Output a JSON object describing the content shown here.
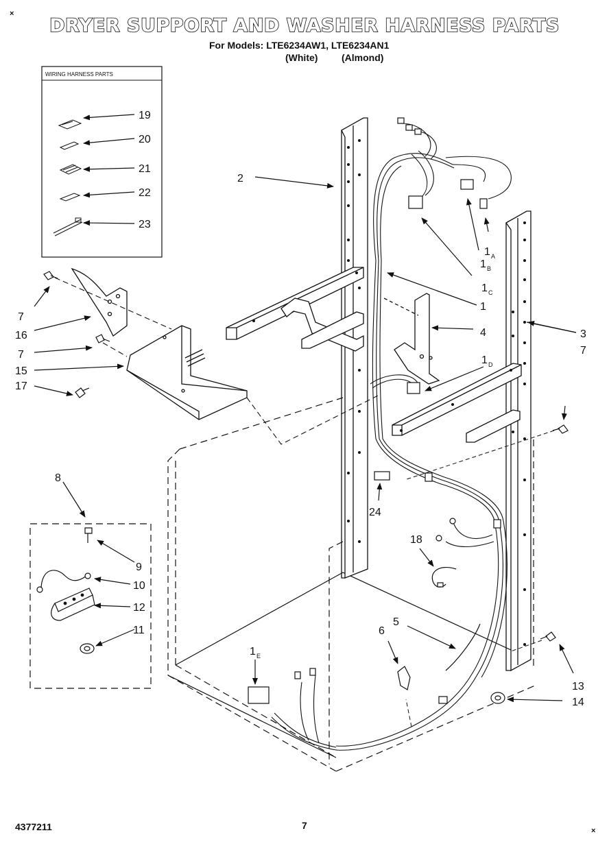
{
  "header": {
    "title": "DRYER SUPPORT AND WASHER HARNESS PARTS",
    "models_line": "For Models: LTE6234AW1, LTE6234AN1",
    "color_white": "(White)",
    "color_almond": "(Almond)"
  },
  "inset_box": {
    "title": "WIRING HARNESS PARTS",
    "items": [
      "19",
      "20",
      "21",
      "22",
      "23"
    ]
  },
  "callouts": {
    "c1": "1",
    "c1a": "1",
    "c1a_sub": "A",
    "c1b": "1",
    "c1b_sub": "B",
    "c1c": "1",
    "c1c_sub": "C",
    "c1d": "1",
    "c1d_sub": "D",
    "c1e": "1",
    "c1e_sub": "E",
    "c2": "2",
    "c3": "3",
    "c4": "4",
    "c5": "5",
    "c6": "6",
    "c7_top": "7",
    "c7_mid": "7",
    "c7_right": "7",
    "c8": "8",
    "c9": "9",
    "c10": "10",
    "c11": "11",
    "c12": "12",
    "c13": "13",
    "c14": "14",
    "c15": "15",
    "c16": "16",
    "c17": "17",
    "c18": "18",
    "c24": "24"
  },
  "footer": {
    "doc_number": "4377211",
    "page_number": "7",
    "corner_mark": "×"
  }
}
